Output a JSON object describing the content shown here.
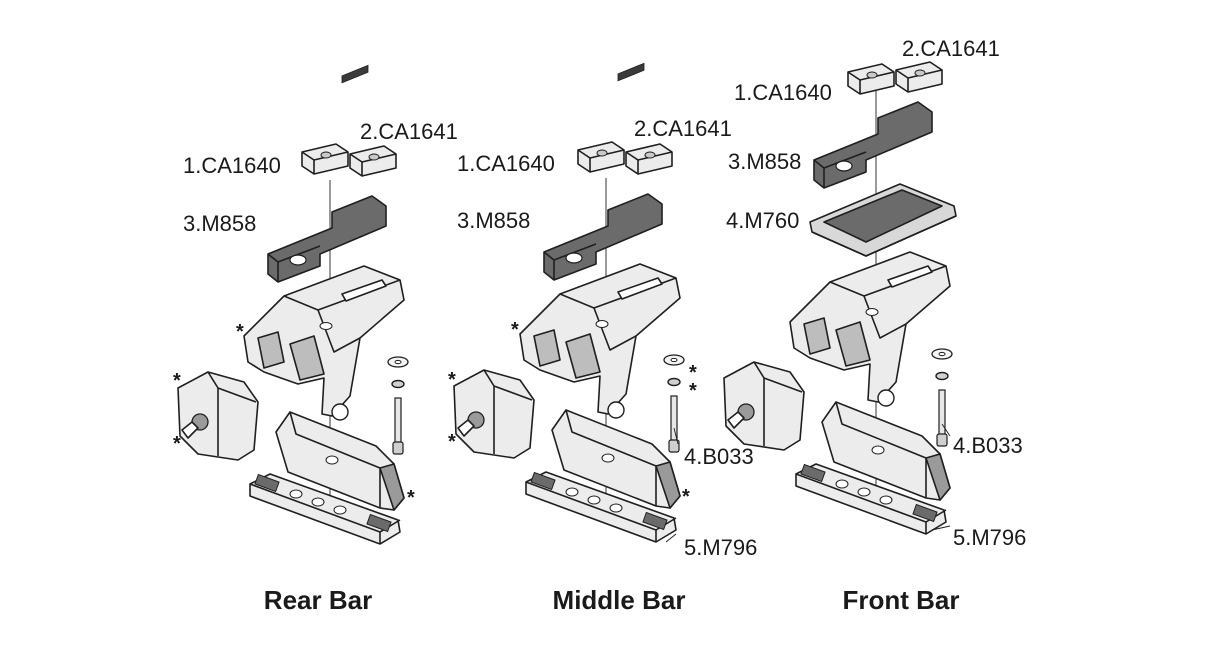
{
  "assemblies": [
    {
      "title": "Rear Bar",
      "labels": {
        "p1": "1.CA1640",
        "p2": "2.CA1641",
        "p3": "3.M858"
      },
      "stars": [
        "*",
        "*",
        "*",
        "*"
      ]
    },
    {
      "title": "Middle Bar",
      "labels": {
        "p1": "1.CA1640",
        "p2": "2.CA1641",
        "p3": "3.M858",
        "p4": "4.B033",
        "p5": "5.M796"
      },
      "stars": [
        "*",
        "*",
        "*",
        "*",
        "*",
        "*"
      ]
    },
    {
      "title": "Front Bar",
      "labels": {
        "p1": "1.CA1640",
        "p2": "2.CA1641",
        "p3": "3.M858",
        "p4": "4.M760",
        "p6": "4.B033",
        "p5": "5.M796"
      }
    }
  ],
  "colors": {
    "dark_part": "#6b6b6b",
    "light_part": "#ececec",
    "line": "#1f1f1f",
    "pad": "#c9c9c9"
  }
}
